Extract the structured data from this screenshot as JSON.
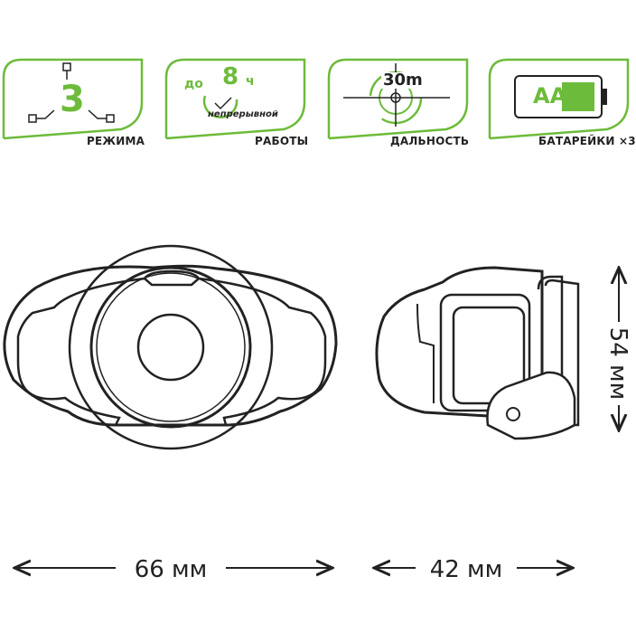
{
  "badges": [
    {
      "label": "РЕЖИМА",
      "value": "3"
    },
    {
      "label": "РАБОТЫ",
      "prefix": "до",
      "value": "8",
      "unit": "ч",
      "note": "непрерывной"
    },
    {
      "label": "ДАЛЬНОСТЬ",
      "value": "30m"
    },
    {
      "label": "БАТАРЕЙКИ ×3",
      "value": "AAA"
    }
  ],
  "dimensions": {
    "width": "66 мм",
    "depth": "42 мм",
    "height": "54 мм"
  },
  "colors": {
    "accent": "#6dbb3a",
    "line": "#222222"
  },
  "icons": [
    "mode-switch-icon",
    "clock-icon",
    "crosshair-icon",
    "battery-icon"
  ]
}
